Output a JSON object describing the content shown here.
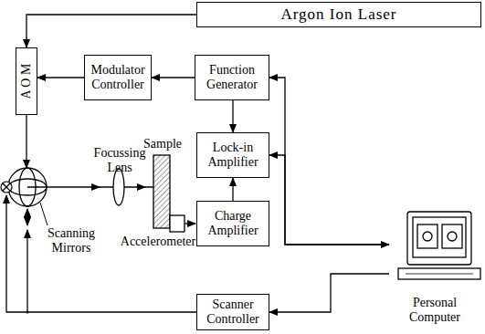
{
  "diagram": {
    "nodes": [
      {
        "text": [
          "Argon Ion Laser"
        ]
      },
      {
        "text": [
          "A O M"
        ]
      },
      {
        "text": [
          "Modulator Controller"
        ]
      },
      {
        "text": [
          "Function Generator"
        ]
      },
      {
        "text": [
          "Lock-in Amplifier"
        ]
      },
      {
        "text": [
          "Charge Amplifier"
        ]
      },
      {
        "text": [
          "Scanner Controller"
        ]
      },
      {
        "text": [
          "Personal Computer"
        ]
      }
    ],
    "edges": [
      {
        "from": 0,
        "to": 1,
        "arrow": "to"
      },
      {
        "from": 2,
        "to": 1,
        "arrow": "to"
      },
      {
        "from": 3,
        "to": 2,
        "arrow": "to"
      },
      {
        "from": 3,
        "to": 4,
        "arrow": "to"
      },
      {
        "from": 5,
        "to": 4,
        "arrow": "to"
      },
      {
        "from": 7,
        "to": 3,
        "arrow": "to"
      },
      {
        "from": 4,
        "to": 7,
        "arrow": "both"
      },
      {
        "from": 7,
        "to": 6,
        "arrow": "to"
      }
    ],
    "labels": [
      "Focussing Lens",
      "Sample",
      "Accelerometer",
      "Scanning Mirrors"
    ]
  }
}
